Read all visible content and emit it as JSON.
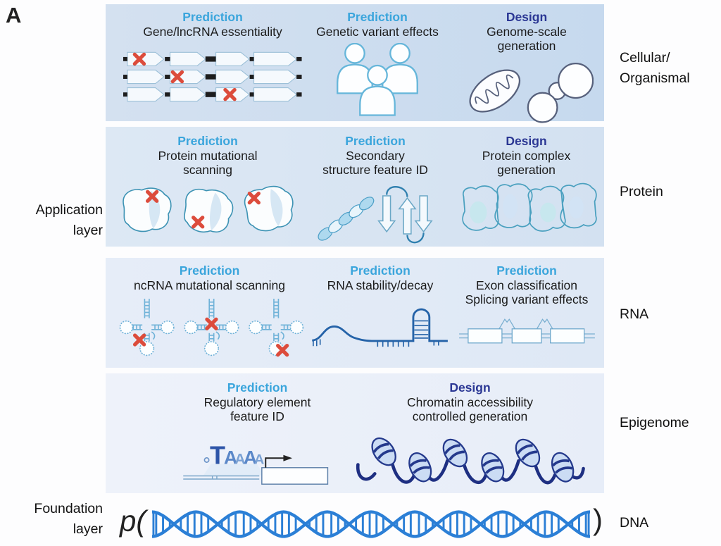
{
  "panel_label": "A",
  "colors": {
    "prediction": "#3aa5dc",
    "design": "#2b3794",
    "mutation_x": "#dc4c3c",
    "dna_helix": "#2b7fd6",
    "band_top": "#c9daee",
    "band_bottom": "#ebf0fa",
    "text": "#1b1b1b"
  },
  "left_labels": {
    "application": [
      "Application",
      "layer"
    ],
    "foundation": [
      "Foundation",
      "layer"
    ]
  },
  "rows": [
    {
      "right_label_lines": [
        "Cellular/",
        "Organismal"
      ],
      "cells": [
        {
          "kind": "Prediction",
          "title_lines": [
            "Gene/lncRNA essentiality"
          ],
          "icon": "gene-essentiality-icon"
        },
        {
          "kind": "Prediction",
          "title_lines": [
            "Genetic variant effects"
          ],
          "icon": "people-icon"
        },
        {
          "kind": "Design",
          "title_lines": [
            "Genome-scale",
            "generation"
          ],
          "icon": "mitochondria-cell-icon"
        }
      ]
    },
    {
      "right_label_lines": [
        "Protein"
      ],
      "cells": [
        {
          "kind": "Prediction",
          "title_lines": [
            "Protein mutational",
            "scanning"
          ],
          "icon": "protein-blobs-icon"
        },
        {
          "kind": "Prediction",
          "title_lines": [
            "Secondary",
            "structure feature ID"
          ],
          "icon": "secondary-structure-icon"
        },
        {
          "kind": "Design",
          "title_lines": [
            "Protein complex",
            "generation"
          ],
          "icon": "protein-complex-icon"
        }
      ]
    },
    {
      "right_label_lines": [
        "RNA"
      ],
      "cells": [
        {
          "kind": "Prediction",
          "title_lines": [
            "ncRNA mutational scanning"
          ],
          "icon": "trna-icon"
        },
        {
          "kind": "Prediction",
          "title_lines": [
            "RNA stability/decay"
          ],
          "icon": "rna-hairpin-icon"
        },
        {
          "kind": "Prediction",
          "title_lines": [
            "Exon classification",
            "Splicing variant effects"
          ],
          "icon": "exon-splicing-icon"
        }
      ]
    },
    {
      "right_label_lines": [
        "Epigenome"
      ],
      "cells": [
        {
          "kind": "Prediction",
          "title_lines": [
            "Regulatory element",
            "feature ID"
          ],
          "icon": "sequence-logo-icon"
        },
        {
          "kind": "Design",
          "title_lines": [
            "Chromatin accessibility",
            "controlled generation"
          ],
          "icon": "nucleosome-chain-icon"
        }
      ]
    }
  ],
  "foundation": {
    "formula_open": "p(",
    "formula_close": ")",
    "dna_label": "DNA"
  }
}
